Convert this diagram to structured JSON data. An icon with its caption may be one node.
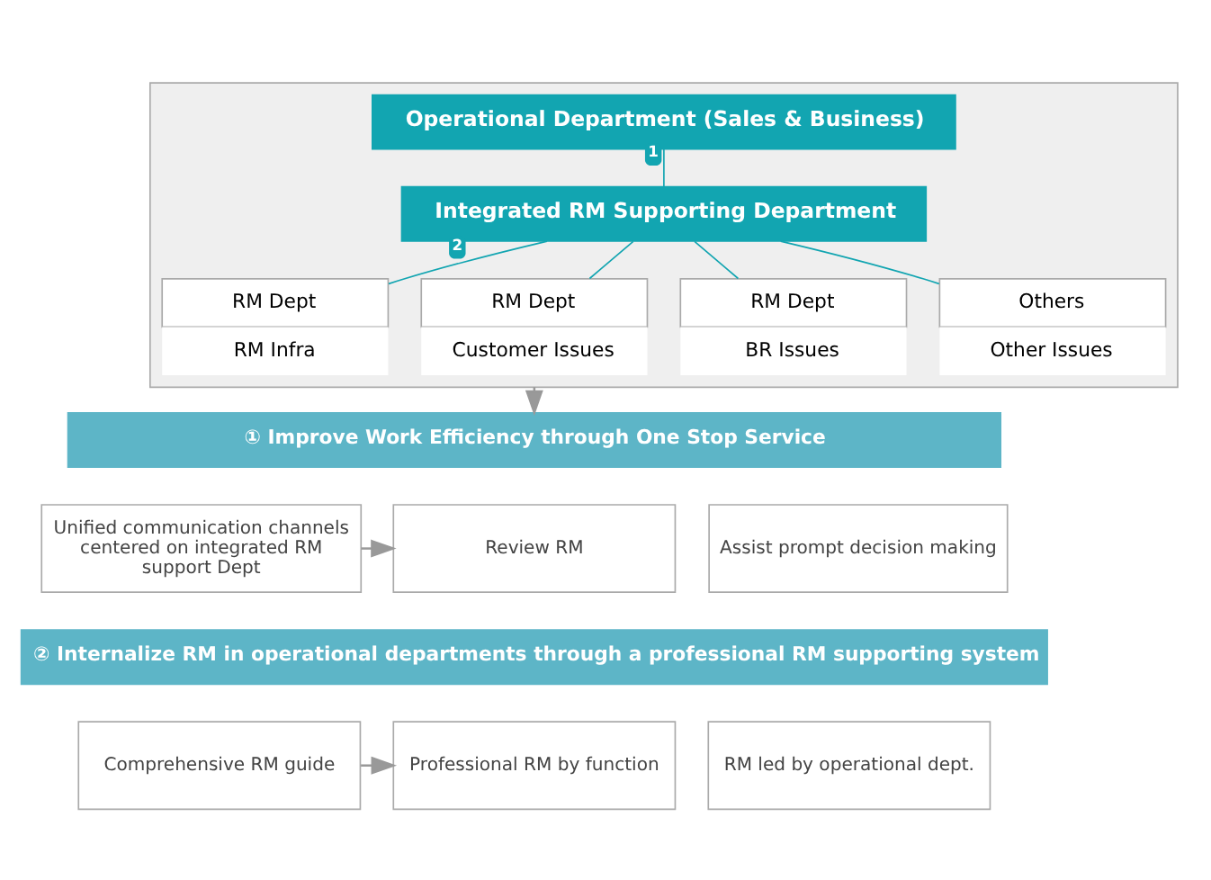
{
  "diagram": {
    "nodes": [
      {
        "text": [],
        "shape": "box"
      },
      {
        "text": [
          "Operational Department (Sales & Business)"
        ],
        "in": 0
      },
      {
        "text": [
          "Integrated RM Supporting Department"
        ],
        "in": 0
      },
      {
        "text": [
          "RM Dept",
          "RM Infra"
        ],
        "in": 0
      },
      {
        "text": [
          "RM Dept",
          "Customer Issues"
        ],
        "in": 0
      },
      {
        "text": [
          "RM Dept",
          "BR Issues"
        ],
        "in": 0
      },
      {
        "text": [
          "Others",
          "Other Issues"
        ],
        "in": 0
      },
      {
        "text": [
          "① Improve Work Efficiency through One Stop Service"
        ]
      },
      {
        "text": [
          "Unified communication channels centered on integrated RM support Dept"
        ]
      },
      {
        "text": [
          "Review RM"
        ]
      },
      {
        "text": [
          "Assist prompt decision making"
        ]
      },
      {
        "text": [
          "② Internalize RM in operational departments through a professional RM supporting system"
        ]
      },
      {
        "text": [
          "Comprehensive RM guide"
        ]
      },
      {
        "text": [
          "Professional RM by function"
        ]
      },
      {
        "text": [
          "RM led by operational dept."
        ]
      }
    ],
    "edges": [
      {
        "from": 1,
        "to": 2,
        "arrow": "none",
        "label": "1"
      },
      {
        "from": 2,
        "to": 3,
        "arrow": "none",
        "label": "2"
      },
      {
        "from": 2,
        "to": 4,
        "arrow": "none"
      },
      {
        "from": 2,
        "to": 5,
        "arrow": "none"
      },
      {
        "from": 2,
        "to": 6,
        "arrow": "none"
      },
      {
        "from": 0,
        "to": 7,
        "arrow": "to",
        "color": "#999999"
      },
      {
        "from": 8,
        "to": 9,
        "arrow": "to",
        "color": "#999999"
      },
      {
        "from": 12,
        "to": 13,
        "arrow": "to",
        "color": "#999999"
      }
    ]
  }
}
